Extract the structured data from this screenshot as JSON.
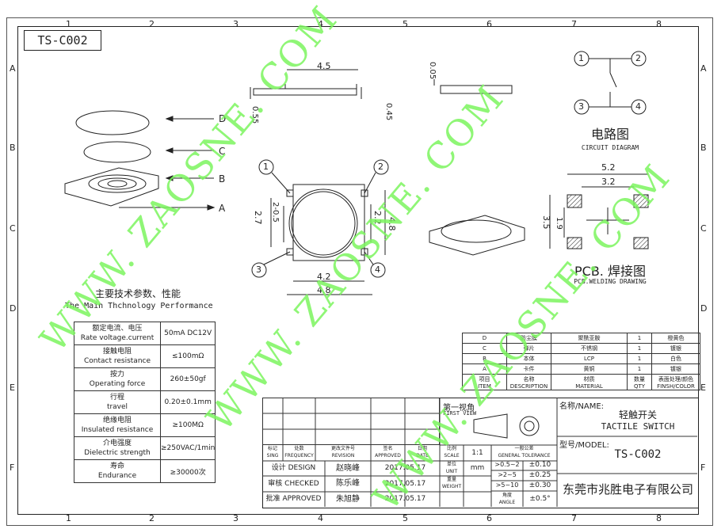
{
  "drawing_code": "TS-C002",
  "column_markers": [
    "1",
    "2",
    "3",
    "4",
    "5",
    "6",
    "7",
    "8"
  ],
  "row_markers": [
    "A",
    "B",
    "C",
    "D",
    "E",
    "F"
  ],
  "watermark": "WWW. ZAOSNE. COM",
  "layer_labels": [
    "D",
    "C",
    "B",
    "A"
  ],
  "dimensions": {
    "top_width": "4.5",
    "side_left": "0.55",
    "side_right": "0.45",
    "thin": "0.05",
    "body_height": "2.7",
    "inner_offset": "2-0.5",
    "right_height_inner": "2.2",
    "right_height_outer": "4.8",
    "bottom_inner": "4.2",
    "bottom_outer": "4.8",
    "pcb_top": "5.2",
    "pcb_inner": "3.2",
    "pcb_left_outer": "3.5",
    "pcb_left_inner": "1.9"
  },
  "pin_labels": [
    "1",
    "2",
    "3",
    "4"
  ],
  "circuit": {
    "title_cn": "电路图",
    "title_en": "CIRCUIT DIAGRAM"
  },
  "pcb": {
    "title_cn": "PCB. 焊接图",
    "title_en": "PCB.WELDING DRAWING"
  },
  "performance": {
    "title_cn": "主要技术参数、性能",
    "title_en": "The Main Thchnology Performance",
    "rows": [
      {
        "cn": "额定电流、电压",
        "en": "Rate voltage.current",
        "value": "50mA DC12V"
      },
      {
        "cn": "接触电阻",
        "en": "Contact resistance",
        "value": "≤100mΩ"
      },
      {
        "cn": "按力",
        "en": "Operating force",
        "value": "260±50gf"
      },
      {
        "cn": "行程",
        "en": "travel",
        "value": "0.20±0.1mm"
      },
      {
        "cn": "绝缘电阻",
        "en": "Insulated resistance",
        "value": "≥100MΩ"
      },
      {
        "cn": "介电强度",
        "en": "Dielectric strength",
        "value": "≥250VAC/1min"
      },
      {
        "cn": "寿命",
        "en": "Endurance",
        "value": "≥30000次"
      }
    ]
  },
  "bom": {
    "rows": [
      {
        "item": "D",
        "name": "防尘膜",
        "material": "聚酰亚胺",
        "qty": "1",
        "finish": "橙黄色"
      },
      {
        "item": "C",
        "name": "弹片",
        "material": "不锈钢",
        "qty": "1",
        "finish": "镀银"
      },
      {
        "item": "B",
        "name": "本体",
        "material": "LCP",
        "qty": "1",
        "finish": "白色"
      },
      {
        "item": "A",
        "name": "卡件",
        "material": "黄铜",
        "qty": "1",
        "finish": "镀银"
      }
    ],
    "header": {
      "item_cn": "项目",
      "item_en": "ITEM",
      "name_cn": "名称",
      "name_en": "DESCRIPTION",
      "mat_cn": "材质",
      "mat_en": "MATERIAL",
      "qty_cn": "数量",
      "qty_en": "QTY",
      "fin_cn": "表面处理/颜色",
      "fin_en": "FINSH/COLOR"
    }
  },
  "titleblock": {
    "first_view_cn": "第一视角",
    "first_view_en": "FIRST VIEW",
    "name_label": "名称/NAME:",
    "name_cn": "轻触开关",
    "name_en": "TACTILE SWITCH",
    "model_label": "型号/MODEL:",
    "model": "TS-C002",
    "company": "东莞市兆胜电子有限公司",
    "hdr": [
      {
        "cn": "标记",
        "en": "SING"
      },
      {
        "cn": "处数",
        "en": "FREQUENCY"
      },
      {
        "cn": "更改文件号",
        "en": "REVISION"
      },
      {
        "cn": "签名",
        "en": "APPROVED"
      },
      {
        "cn": "日期",
        "en": "DATE"
      },
      {
        "cn": "比例",
        "en": "SCALE"
      }
    ],
    "scale": "1:1",
    "tol_cn": "一般公差",
    "tol_en": "GENERAL TOLERANCE",
    "unit_cn": "单位",
    "unit_en": "UNIT",
    "unit": "mm",
    "weight_cn": "重量",
    "weight_en": "WEIGHT",
    "angle_cn": "角度",
    "angle_en": "ANGLE",
    "tolerances": [
      {
        "range": ">0.5~2",
        "tol": "±0.10"
      },
      {
        "range": ">2~5",
        "tol": "±0.25"
      },
      {
        "range": ">5~10",
        "tol": "±0.30"
      },
      {
        "range": "",
        "tol": "±0.5°"
      }
    ],
    "signoffs": [
      {
        "role": "设计 DESIGN",
        "name": "赵晓峰",
        "date": "2017.05.17"
      },
      {
        "role": "审核 CHECKED",
        "name": "陈乐峰",
        "date": "2017.05.17"
      },
      {
        "role": "批准 APPROVED",
        "name": "朱旭静",
        "date": "2017.05.17"
      }
    ]
  },
  "colors": {
    "watermark": "#7cf55f",
    "line": "#222222"
  }
}
